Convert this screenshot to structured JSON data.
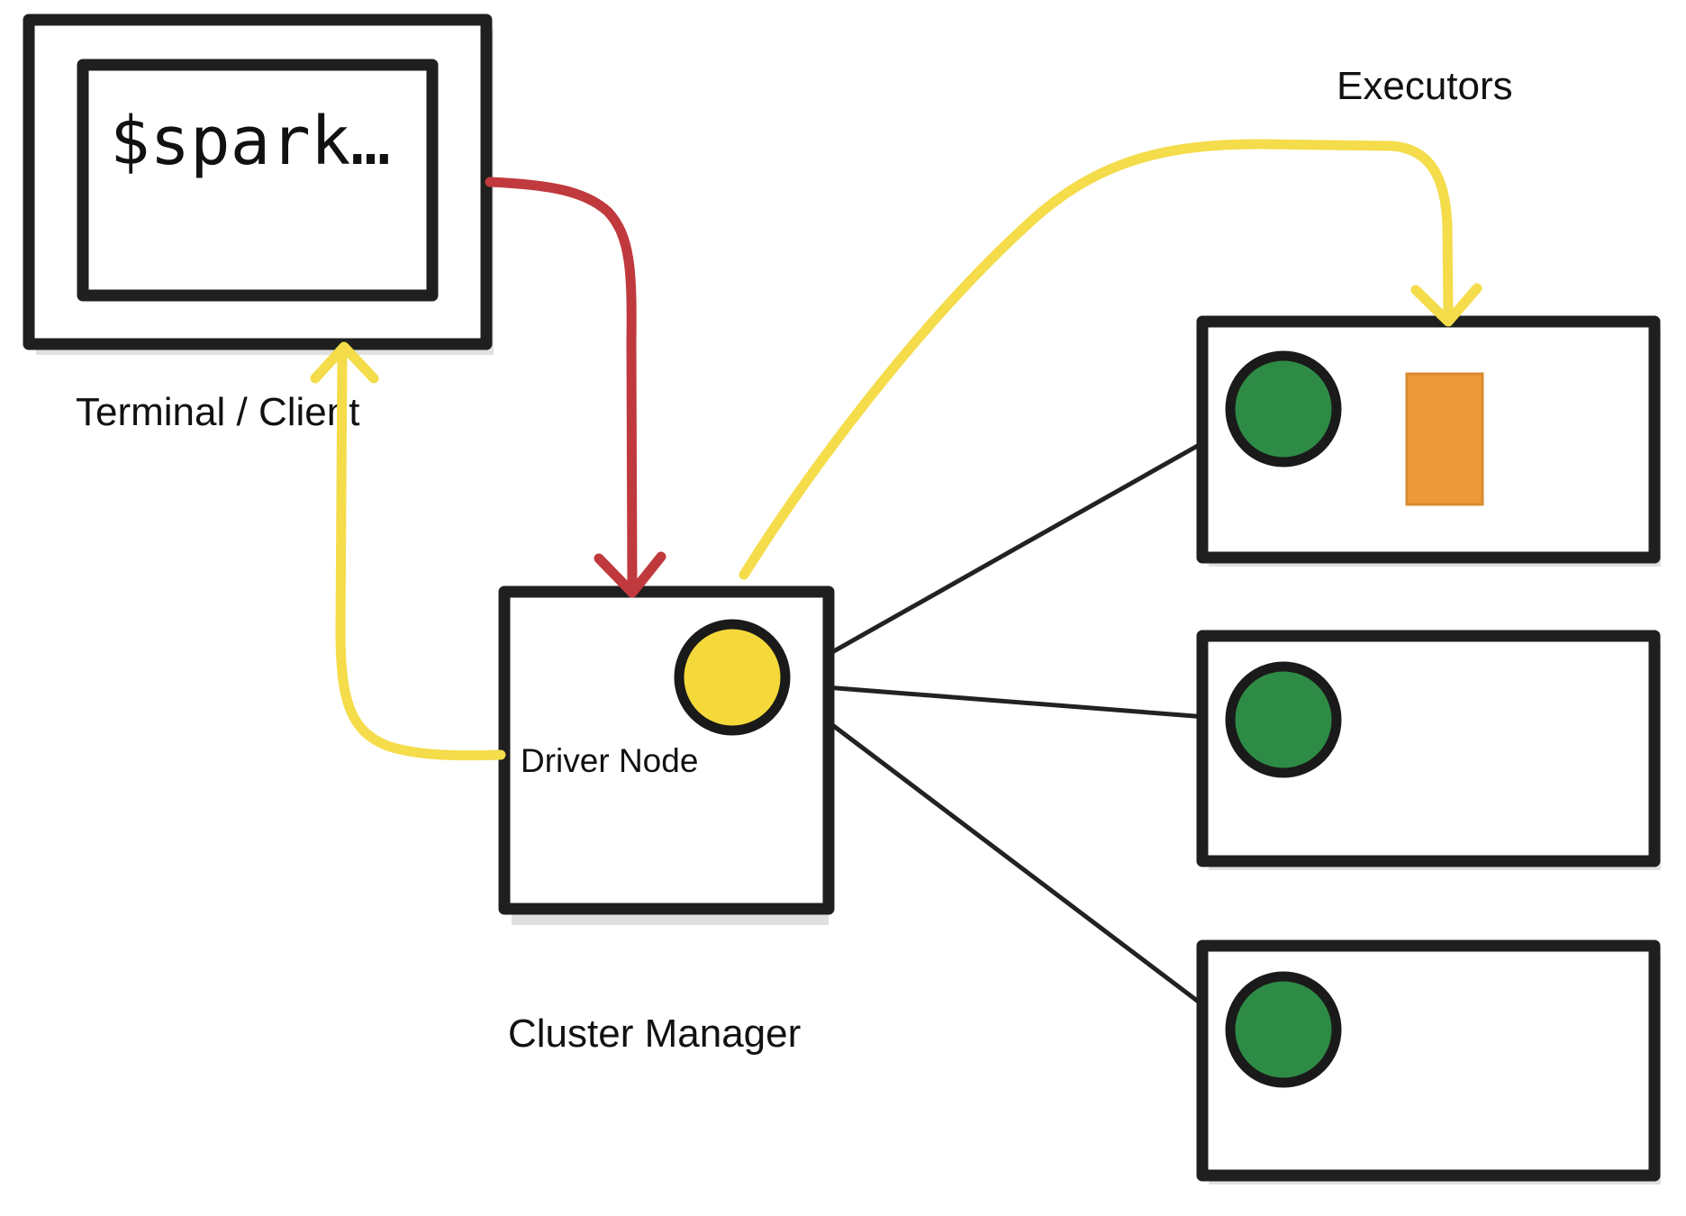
{
  "terminal": {
    "command": "$spark…",
    "label": "Terminal / Client"
  },
  "driver": {
    "label": "Driver Node",
    "circle_color": "#f5d93a"
  },
  "cluster_manager": {
    "label": "Cluster Manager"
  },
  "executors": {
    "label": "Executors",
    "circle_color": "#2e8b45",
    "task_color": "#ee9a3a"
  },
  "colors": {
    "submit_arrow": "#c0393d",
    "result_arrow": "#f4dc4a",
    "connection": "#222222"
  }
}
